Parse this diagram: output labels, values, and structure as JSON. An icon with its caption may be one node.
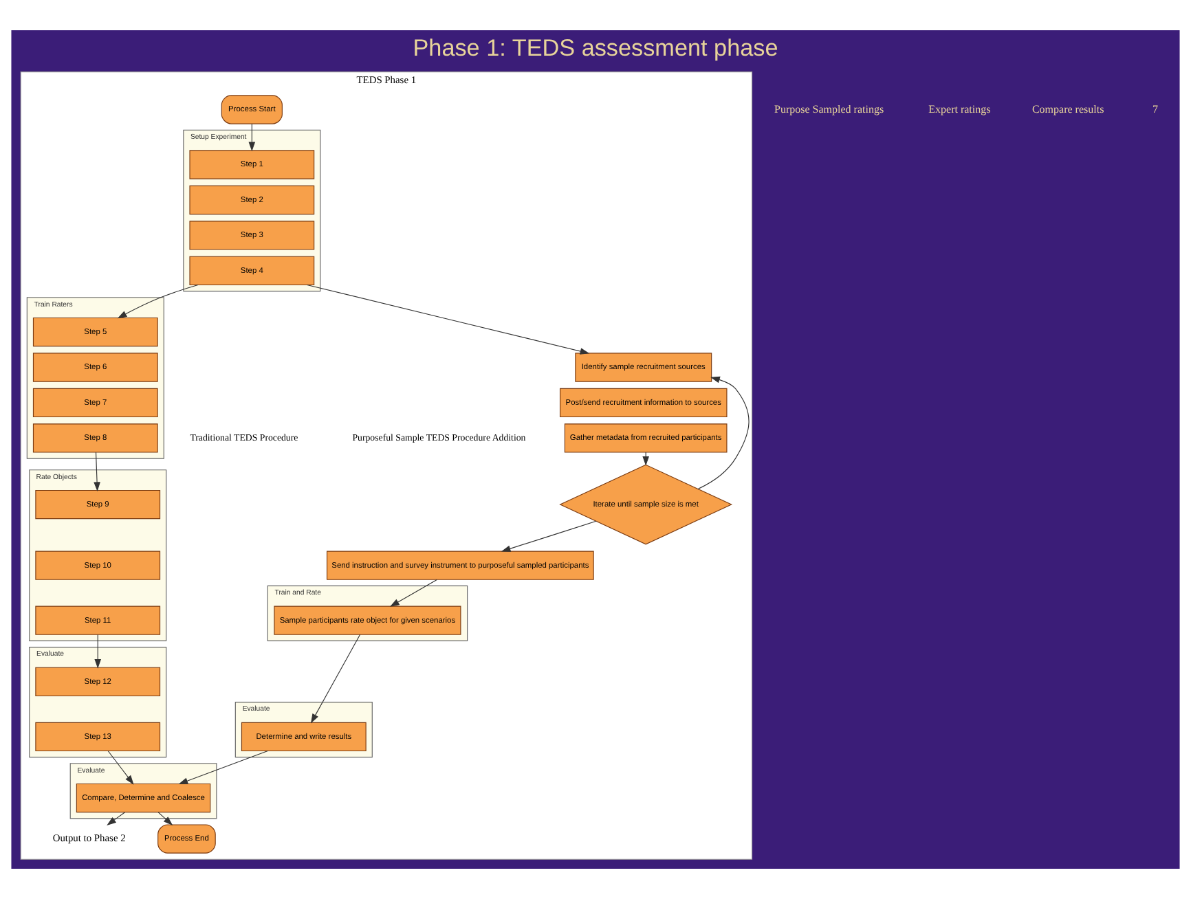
{
  "diagram": {
    "title": "Phase 1: TEDS assessment phase",
    "nodes": [
      {
        "text": [
          "TEDS Phase 1"
        ]
      },
      {
        "text": [
          "Process Start"
        ],
        "in": 0
      },
      {
        "text": [
          "Setup Experiment"
        ],
        "in": 0
      },
      {
        "text": [
          "Step 1"
        ],
        "in": 2
      },
      {
        "text": [
          "Step 2"
        ],
        "in": 2
      },
      {
        "text": [
          "Step 3"
        ],
        "in": 2
      },
      {
        "text": [
          "Step 4"
        ],
        "in": 2
      },
      {
        "text": [
          "Train Raters"
        ],
        "in": 0
      },
      {
        "text": [
          "Step 5"
        ],
        "in": 7
      },
      {
        "text": [
          "Step 6"
        ],
        "in": 7
      },
      {
        "text": [
          "Step 7"
        ],
        "in": 7
      },
      {
        "text": [
          "Step 8"
        ],
        "in": 7
      },
      {
        "text": [
          "Rate Objects"
        ],
        "in": 0
      },
      {
        "text": [
          "Step 9"
        ],
        "in": 12
      },
      {
        "text": [
          "Step 10"
        ],
        "in": 12
      },
      {
        "text": [
          "Step 11"
        ],
        "in": 12
      },
      {
        "text": [
          "Evaluate"
        ],
        "in": 0
      },
      {
        "text": [
          "Step 12"
        ],
        "in": 16
      },
      {
        "text": [
          "Step 13"
        ],
        "in": 16
      },
      {
        "text": [
          "Identify sample recruitment sources"
        ],
        "in": 0
      },
      {
        "text": [
          "Post/send recruitment information to sources"
        ],
        "in": 0
      },
      {
        "text": [
          "Gather metadata from recruited participants"
        ],
        "in": 0
      },
      {
        "text": [
          "Iterate until sample size is met"
        ],
        "in": 0
      },
      {
        "text": [
          "Send instruction and survey instrument to purposeful sampled participants"
        ],
        "in": 0
      },
      {
        "text": [
          "Train and Rate"
        ],
        "in": 0
      },
      {
        "text": [
          "Sample participants rate object for given scenarios"
        ],
        "in": 24
      },
      {
        "text": [
          "Evaluate"
        ],
        "in": 0
      },
      {
        "text": [
          "Determine and write results"
        ],
        "in": 26
      },
      {
        "text": [
          "Evaluate"
        ],
        "in": 0
      },
      {
        "text": [
          "Compare, Determine and Coalesce"
        ],
        "in": 28
      },
      {
        "text": [
          "Output to Phase 2"
        ],
        "in": 0
      },
      {
        "text": [
          "Process End"
        ],
        "in": 0
      }
    ],
    "edges": [
      {
        "from": 1,
        "to": 3,
        "arrow": "to"
      },
      {
        "from": 6,
        "to": 19,
        "arrow": "to"
      },
      {
        "from": 6,
        "to": 8,
        "arrow": "to"
      },
      {
        "from": 11,
        "to": 13,
        "arrow": "to"
      },
      {
        "from": 15,
        "to": 17,
        "arrow": "to"
      },
      {
        "from": 21,
        "to": 22,
        "arrow": "to"
      },
      {
        "from": 22,
        "to": 19,
        "arrow": "to"
      },
      {
        "from": 22,
        "to": 23,
        "arrow": "to"
      },
      {
        "from": 23,
        "to": 25,
        "arrow": "to"
      },
      {
        "from": 25,
        "to": 27,
        "arrow": "to"
      },
      {
        "from": 18,
        "to": 29,
        "arrow": "to"
      },
      {
        "from": 27,
        "to": 29,
        "arrow": "to"
      },
      {
        "from": 29,
        "to": 30,
        "arrow": "to"
      },
      {
        "from": 29,
        "to": 31,
        "arrow": "to"
      }
    ],
    "labels": [
      "Traditional TEDS Procedure",
      "Purposeful Sample TEDS Procedure Addition",
      "Purpose Sampled ratings",
      "Expert ratings",
      "Compare results",
      "7"
    ]
  }
}
